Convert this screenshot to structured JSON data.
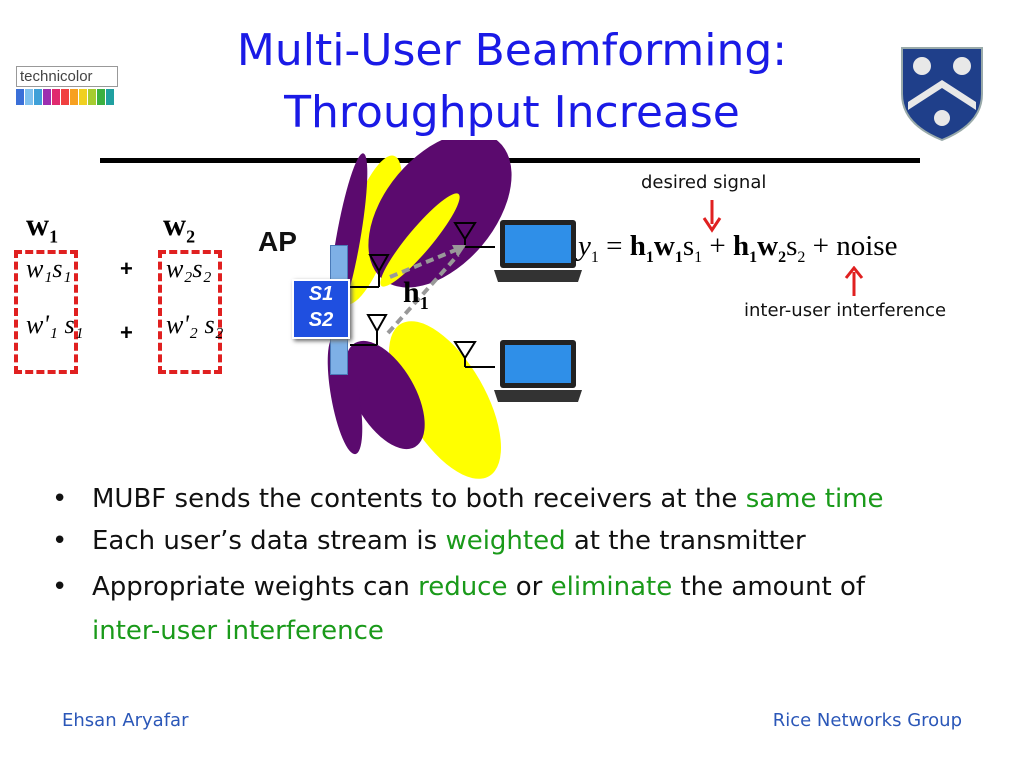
{
  "title": {
    "line1": "Multi-User Beamforming:",
    "line2": "Throughput Increase"
  },
  "logo_left": {
    "text": "technicolor"
  },
  "diagram": {
    "w1_label": "w",
    "w1_sub": "1",
    "w2_label": "w",
    "w2_sub": "2",
    "w1_row1": "w₁s₁",
    "w1_row2": "w'₁ s₁",
    "w2_row1": "w₂s₂",
    "w2_row2": "w'₂ s₂",
    "plus": "+",
    "ap_label": "AP",
    "s1": "S1",
    "s2": "S2",
    "h1": "h",
    "h1_sub": "1",
    "desired_signal": "desired signal",
    "inter_user_interference": "inter-user interference",
    "equation": {
      "y": "y",
      "y_sub": "1",
      "eq": " = ",
      "h1": "h",
      "h1_sub": "1",
      "w1": "w",
      "w1_sub": "1",
      "s1": "s",
      "s1_sub": "1",
      "plus": " + ",
      "h1b": "h",
      "h1b_sub": "1",
      "w2": "w",
      "w2_sub": "2",
      "s2": "s",
      "s2_sub": "2",
      "plus2": " + ",
      "noise": "noise"
    }
  },
  "bullets": [
    {
      "parts": [
        "MUBF sends the contents to both receivers at the ",
        "same time"
      ]
    },
    {
      "parts": [
        "Each user’s data stream is ",
        "weighted",
        " at the transmitter"
      ]
    },
    {
      "parts": [
        "Appropriate weights can ",
        "reduce",
        " or ",
        "eliminate",
        " the amount of"
      ]
    },
    {
      "parts": [
        "inter-user interference"
      ]
    }
  ],
  "footer": {
    "left": "Ehsan Aryafar",
    "right": "Rice Networks Group"
  },
  "colors": {
    "title": "#1a1ae6",
    "green": "#1a9a1a",
    "purple": "#5b0a6e",
    "yellow": "#ffff00",
    "red_dashed": "#e02020"
  }
}
